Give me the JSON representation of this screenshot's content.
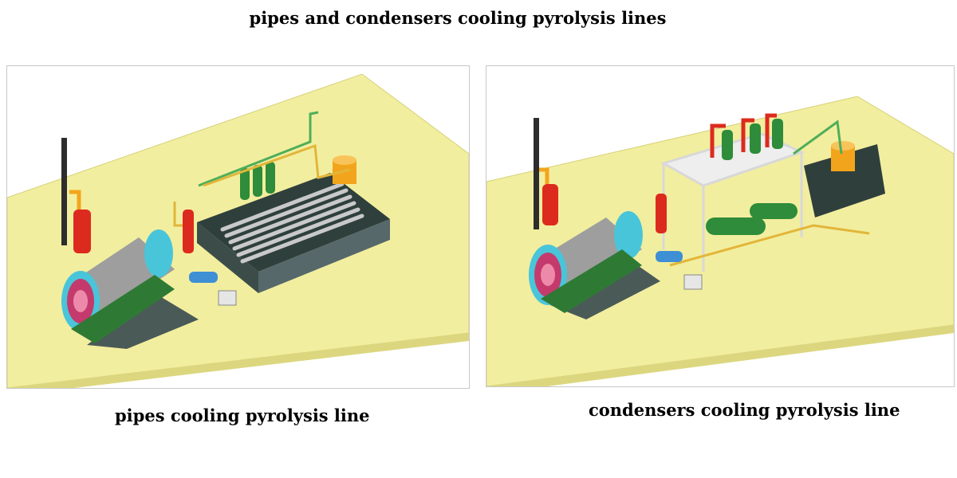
{
  "title": "pipes and condensers cooling pyrolysis lines",
  "panels": {
    "left": {
      "caption": "pipes cooling pyrolysis line"
    },
    "right": {
      "caption": "condensers cooling pyrolysis line"
    }
  },
  "colors": {
    "floor": "#f2ee9f",
    "floor_edge": "#dcd77f",
    "reactor": "#a8a8a8",
    "reactor_cap": "#49c5da",
    "tank_red": "#dc2b1e",
    "tank_green": "#2e8c3a",
    "oil_tank": "#f2a51c",
    "pool": "#4a5b57",
    "pipe_yellow": "#e2b63a",
    "pipe_green": "#4fae59"
  }
}
